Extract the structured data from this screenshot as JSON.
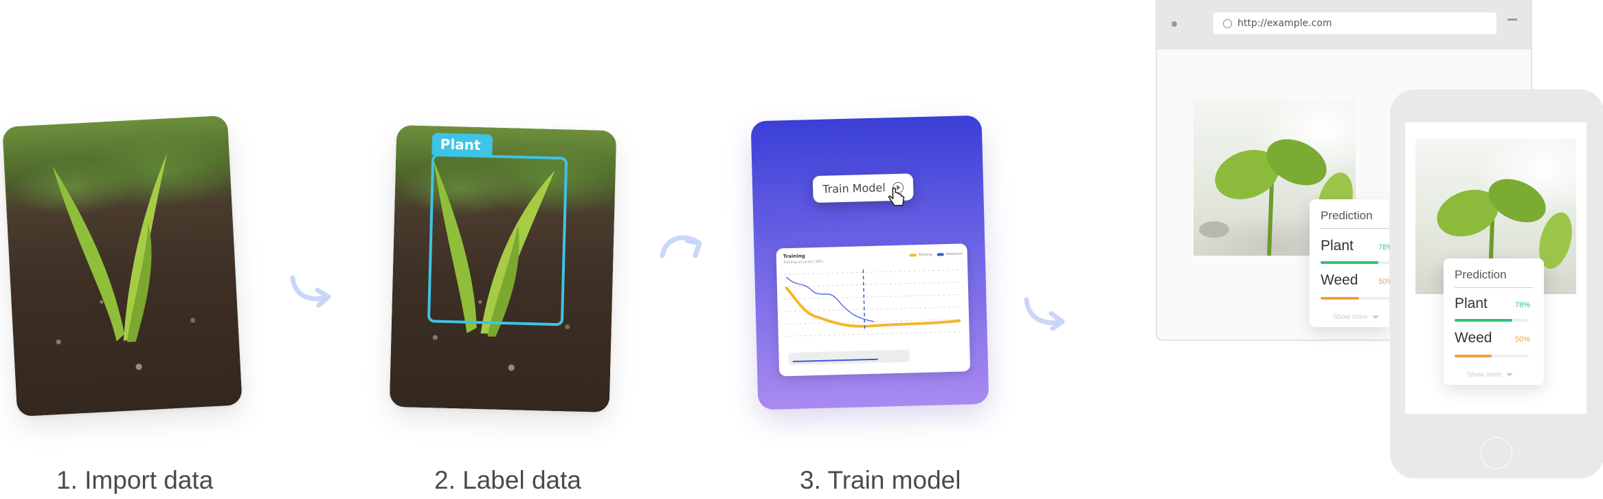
{
  "steps": [
    {
      "label": "1. Import data"
    },
    {
      "label": "2. Label data"
    },
    {
      "label": "3. Train model"
    }
  ],
  "label_tag": "Plant",
  "train_button": {
    "label": "Train Model",
    "icon": "play-circle-icon"
  },
  "training_chart": {
    "title": "Training",
    "subtitle": "Training accuracy: 98%",
    "legend": [
      "Training",
      "Validation"
    ]
  },
  "browser": {
    "url": "http://example.com"
  },
  "prediction": {
    "title": "Prediction",
    "classes": [
      {
        "name": "Plant",
        "percent": "78%",
        "value": 0.78,
        "color": "#2ec37a"
      },
      {
        "name": "Weed",
        "percent": "50%",
        "value": 0.5,
        "color": "#f0a040"
      }
    ],
    "show_more": "Show more"
  },
  "colors": {
    "arrow": "#c9d6f7",
    "bbox": "#3fc3e6",
    "train_top": "#3a3fd6",
    "train_bottom": "#a98af0"
  }
}
